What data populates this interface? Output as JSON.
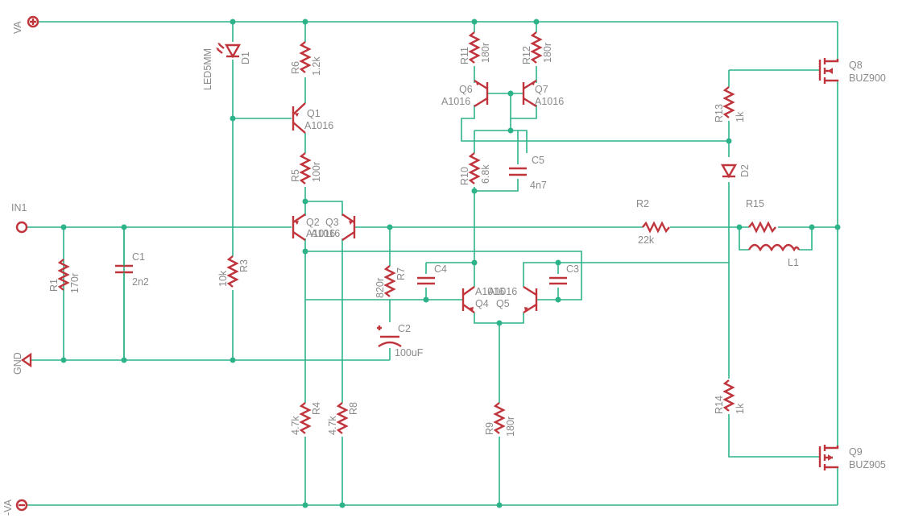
{
  "nets": {
    "va_top": "VA",
    "va_bottom": "-VA",
    "gnd": "GND",
    "input": "IN1"
  },
  "components": {
    "D1": {
      "name": "D1",
      "value": "LED5MM"
    },
    "R6": {
      "name": "R6",
      "value": "1.2k"
    },
    "Q1": {
      "name": "Q1",
      "value": "A1016"
    },
    "R5": {
      "name": "R5",
      "value": "100r"
    },
    "Q2": {
      "name": "Q2",
      "value": "A1016"
    },
    "Q3": {
      "name": "Q3",
      "value": "A1016"
    },
    "R1": {
      "name": "R1",
      "value": "170r"
    },
    "C1": {
      "name": "C1",
      "value": "2n2"
    },
    "R3": {
      "name": "R3",
      "value": "10k"
    },
    "R7": {
      "name": "R7",
      "value": "820r"
    },
    "C2": {
      "name": "C2",
      "value": "100uF"
    },
    "R4": {
      "name": "R4",
      "value": "4.7k"
    },
    "R8": {
      "name": "R8",
      "value": "4.7k"
    },
    "R11": {
      "name": "R11",
      "value": "180r"
    },
    "R12": {
      "name": "R12",
      "value": "180r"
    },
    "Q6": {
      "name": "Q6",
      "value": "A1016"
    },
    "Q7": {
      "name": "Q7",
      "value": "A1016"
    },
    "R10": {
      "name": "R10",
      "value": "6.8k"
    },
    "C5": {
      "name": "C5",
      "value": "4n7"
    },
    "C4": {
      "name": "C4",
      "value": ""
    },
    "C3": {
      "name": "C3",
      "value": ""
    },
    "Q4": {
      "name": "Q4",
      "value": "A1016"
    },
    "Q5": {
      "name": "Q5",
      "value": "A1016"
    },
    "R9": {
      "name": "R9",
      "value": "180r"
    },
    "R2": {
      "name": "R2",
      "value": "22k"
    },
    "R13": {
      "name": "R13",
      "value": "1k"
    },
    "D2": {
      "name": "D2",
      "value": ""
    },
    "Q8": {
      "name": "Q8",
      "value": "BUZ900"
    },
    "R15": {
      "name": "R15",
      "value": ""
    },
    "L1": {
      "name": "L1",
      "value": ""
    },
    "R14": {
      "name": "R14",
      "value": "1k"
    },
    "Q9": {
      "name": "Q9",
      "value": "BUZ905"
    }
  }
}
